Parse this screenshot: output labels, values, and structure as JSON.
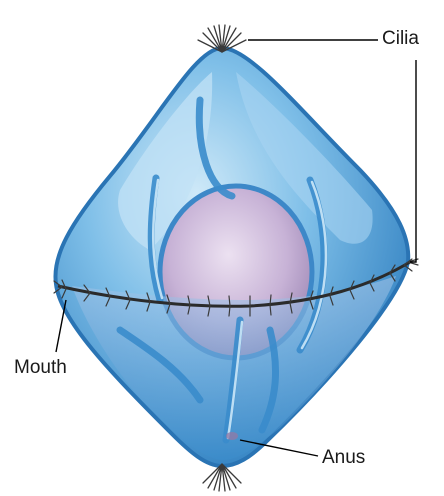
{
  "labels": {
    "cilia": "Cilia",
    "mouth": "Mouth",
    "anus": "Anus"
  },
  "colors": {
    "body_fill": "#5aa8dc",
    "body_light": "#a9d6f2",
    "body_dark": "#2f7fc0",
    "stomach": "#c9b4d6",
    "cilia": "#3a3a3a",
    "leader_line": "#000000"
  }
}
